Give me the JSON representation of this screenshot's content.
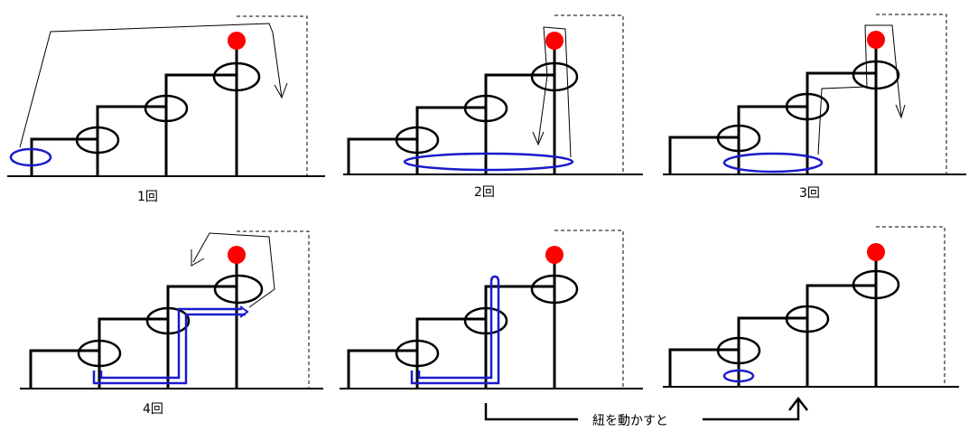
{
  "panels": [
    {
      "label": "1回"
    },
    {
      "label": "2回"
    },
    {
      "label": "3回"
    },
    {
      "label": "4回"
    },
    {
      "label": ""
    },
    {
      "label": ""
    }
  ],
  "caption": "紐を動かすと",
  "colors": {
    "line": "#000000",
    "string": "#1a1acc",
    "ball": "#ff0000",
    "dashed": "#000000"
  }
}
